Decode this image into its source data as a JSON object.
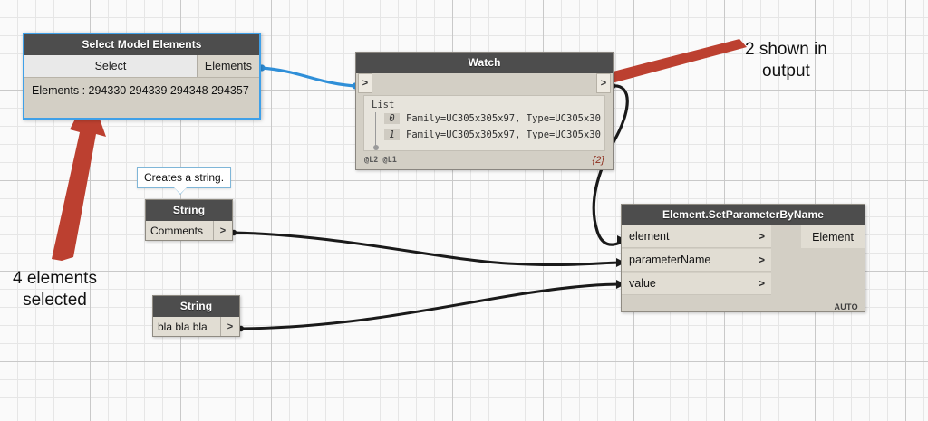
{
  "canvas": {
    "grid_minor_color": "#e6e6e6",
    "grid_major_color": "#c9c9c9",
    "background_color": "#fafafa"
  },
  "theme": {
    "node_header_bg": "#4d4d4d",
    "node_body_bg": "#d3cfc5",
    "port_bg": "#e1ddd3",
    "selection_blue": "#3fa0e8",
    "annotation_red": "#bc4030",
    "wire_black": "#1a1a1a",
    "count_red": "#8e2f1f"
  },
  "nodes": {
    "select_model_elements": {
      "title": "Select Model Elements",
      "select_button": "Select",
      "output_port": "Elements",
      "body_text": "Elements : 294330 294339 294348 294357",
      "selected": true
    },
    "watch": {
      "title": "Watch",
      "in_port_glyph": ">",
      "out_port_glyph": ">",
      "list_label": "List",
      "rows": [
        {
          "index": "0",
          "text": "Family=UC305x305x97, Type=UC305x30"
        },
        {
          "index": "1",
          "text": "Family=UC305x305x97, Type=UC305x30"
        }
      ],
      "levels": "@L2 @L1",
      "count": "{2}"
    },
    "string_comments": {
      "title": "String",
      "value": "Comments",
      "port_glyph": ">"
    },
    "string_bla": {
      "title": "String",
      "value": "bla bla bla",
      "port_glyph": ">"
    },
    "set_parameter_by_name": {
      "title": "Element.SetParameterByName",
      "inputs": [
        {
          "label": "element",
          "chevron": ">"
        },
        {
          "label": "parameterName",
          "chevron": ">"
        },
        {
          "label": "value",
          "chevron": ">"
        }
      ],
      "output": "Element",
      "mode_badge": "AUTO"
    }
  },
  "tooltip": {
    "text": "Creates a string."
  },
  "annotations": {
    "output_note": "2 shown in\noutput",
    "selected_note": "4 elements\nselected"
  }
}
